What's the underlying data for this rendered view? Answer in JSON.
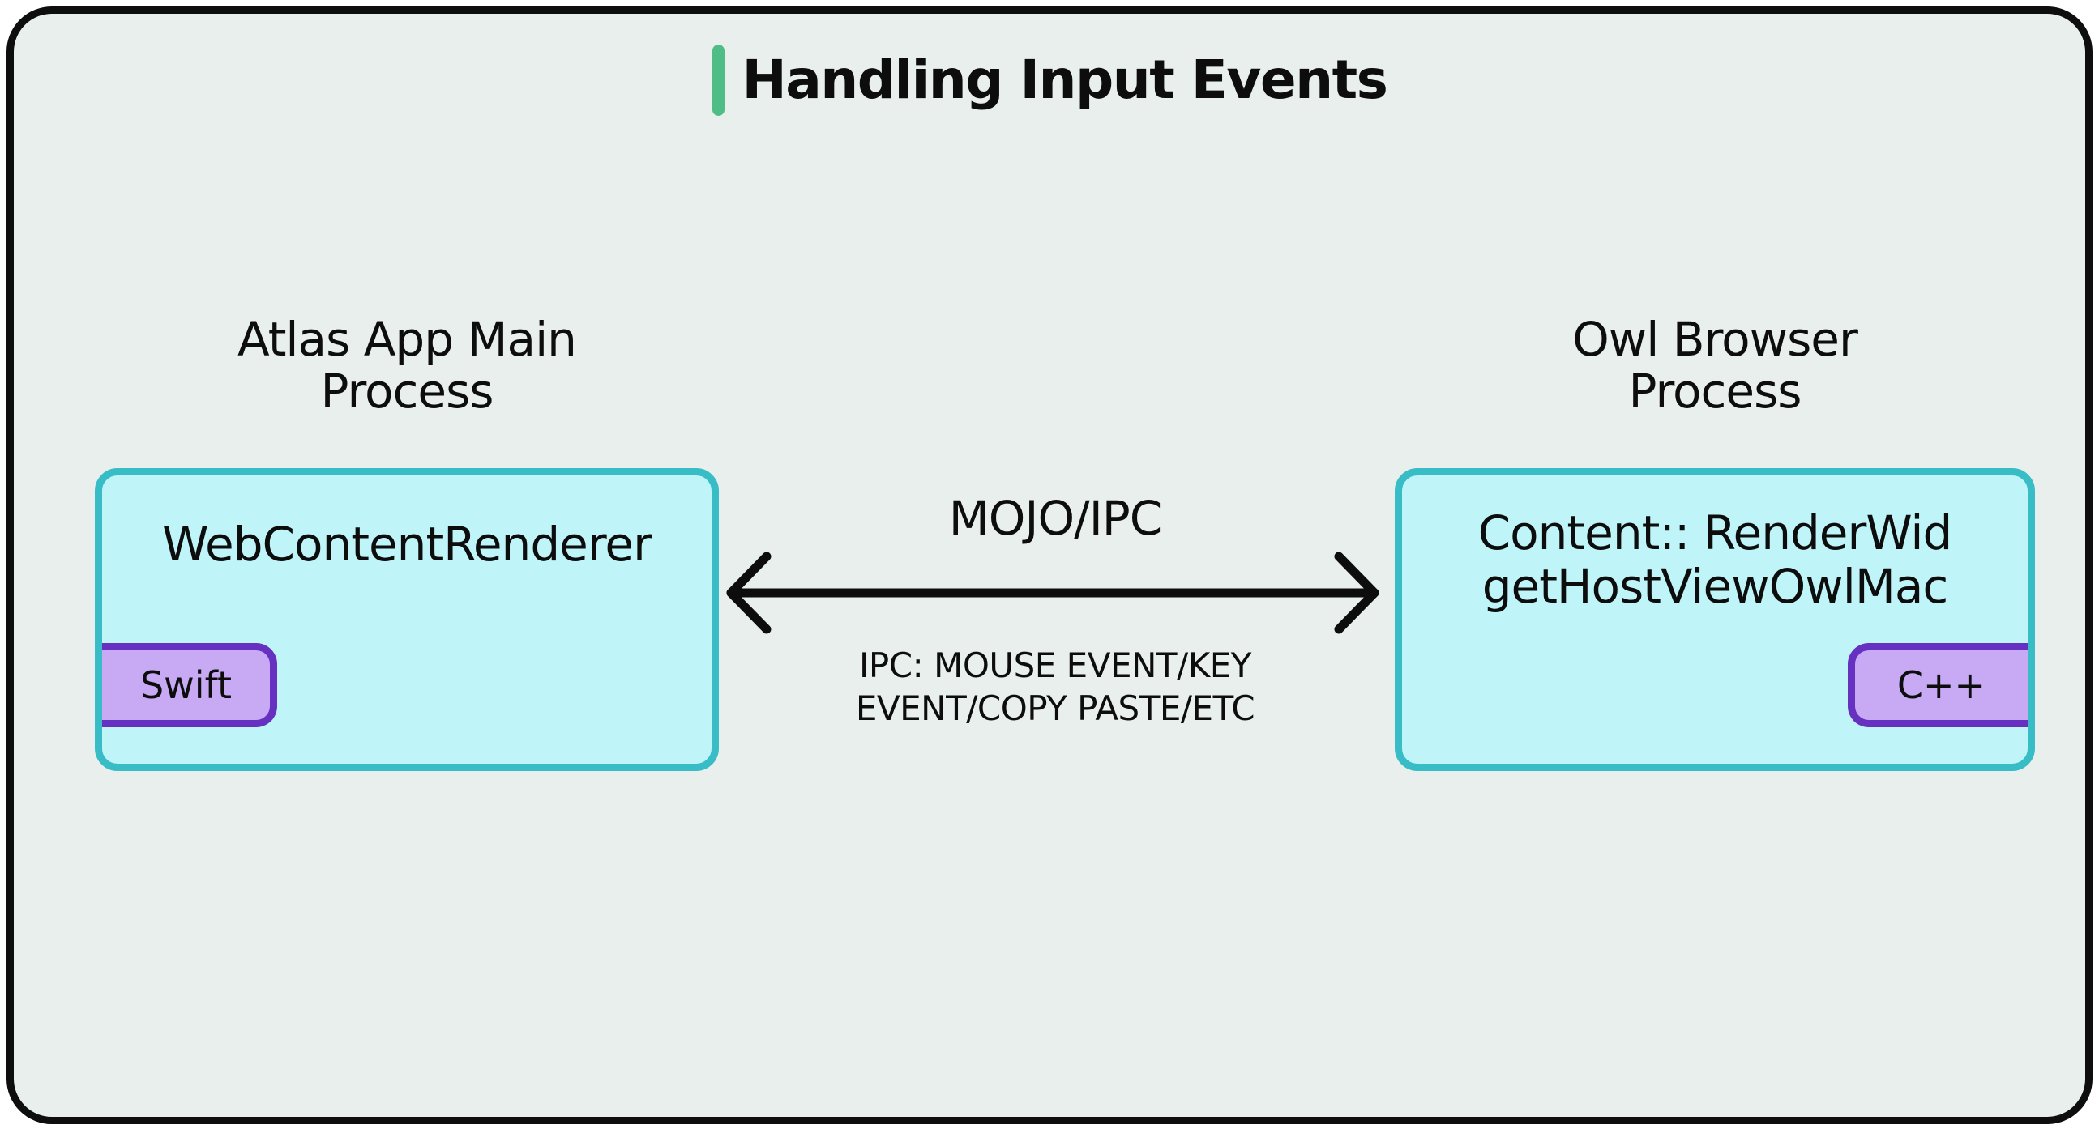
{
  "title": {
    "text": "Handling Input Events"
  },
  "left_process": {
    "label_line1": "Atlas App Main",
    "label_line2": "Process",
    "component": "WebContentRenderer",
    "badge": "Swift"
  },
  "right_process": {
    "label_line1": "Owl Browser",
    "label_line2": "Process",
    "component_line1": "Content:: RenderWid",
    "component_line2": "getHostViewOwlMac",
    "badge": "C++"
  },
  "connection": {
    "type": "bidirectional-arrow",
    "label": "MOJO/IPC",
    "detail_line1": "IPC: MOUSE EVENT/KEY",
    "detail_line2": "EVENT/COPY PASTE/ETC"
  },
  "colors": {
    "background": "#e8efec",
    "frame_border": "#0e0e0e",
    "node_fill": "#bff5f8",
    "node_border": "#38bcc6",
    "badge_fill": "#c7a9f4",
    "badge_border": "#6630c0",
    "accent_green": "#4fbe86",
    "text": "#0d0d0d"
  }
}
